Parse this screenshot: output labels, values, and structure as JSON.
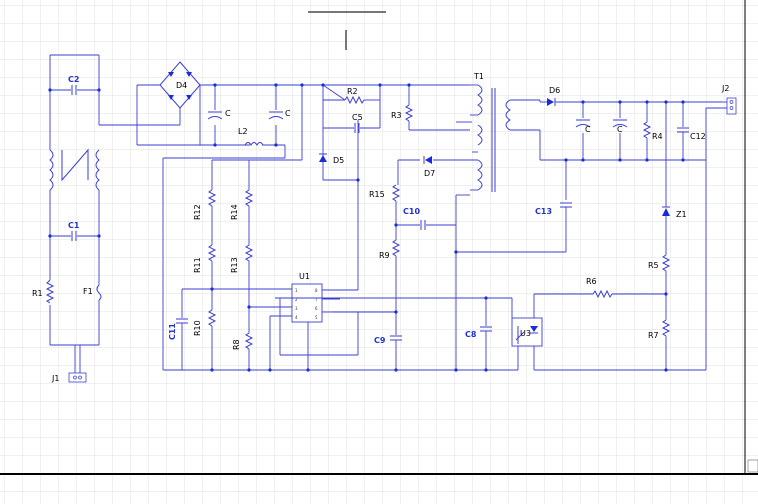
{
  "schematic": {
    "labels": {
      "J1": "J1",
      "J2": "J2",
      "R1": "R1",
      "F1": "F1",
      "C1": "C1",
      "C2": "C2",
      "D4": "D4",
      "L2": "L2",
      "R2": "R2",
      "C5": "C5",
      "R3": "R3",
      "D5": "D5",
      "D7": "D7",
      "T1": "T1",
      "D6": "D6",
      "R4": "R4",
      "C12": "C12",
      "C13": "C13",
      "Z1": "Z1",
      "R5": "R5",
      "R6": "R6",
      "R7": "R7",
      "R15": "R15",
      "C10": "C10",
      "R9": "R9",
      "C9": "C9",
      "C8": "C8",
      "U3": "U3",
      "U1": "U1",
      "R12": "R12",
      "R14": "R14",
      "R11": "R11",
      "R13": "R13",
      "R10": "R10",
      "R8": "R8",
      "C11": "C11",
      "C6": "C",
      "C7": "C",
      "C3": "C",
      "C4": "C"
    },
    "colors": {
      "wire": "#3a3fd0",
      "component": "#1a2bd8",
      "grid": "#d6d6d6"
    }
  }
}
